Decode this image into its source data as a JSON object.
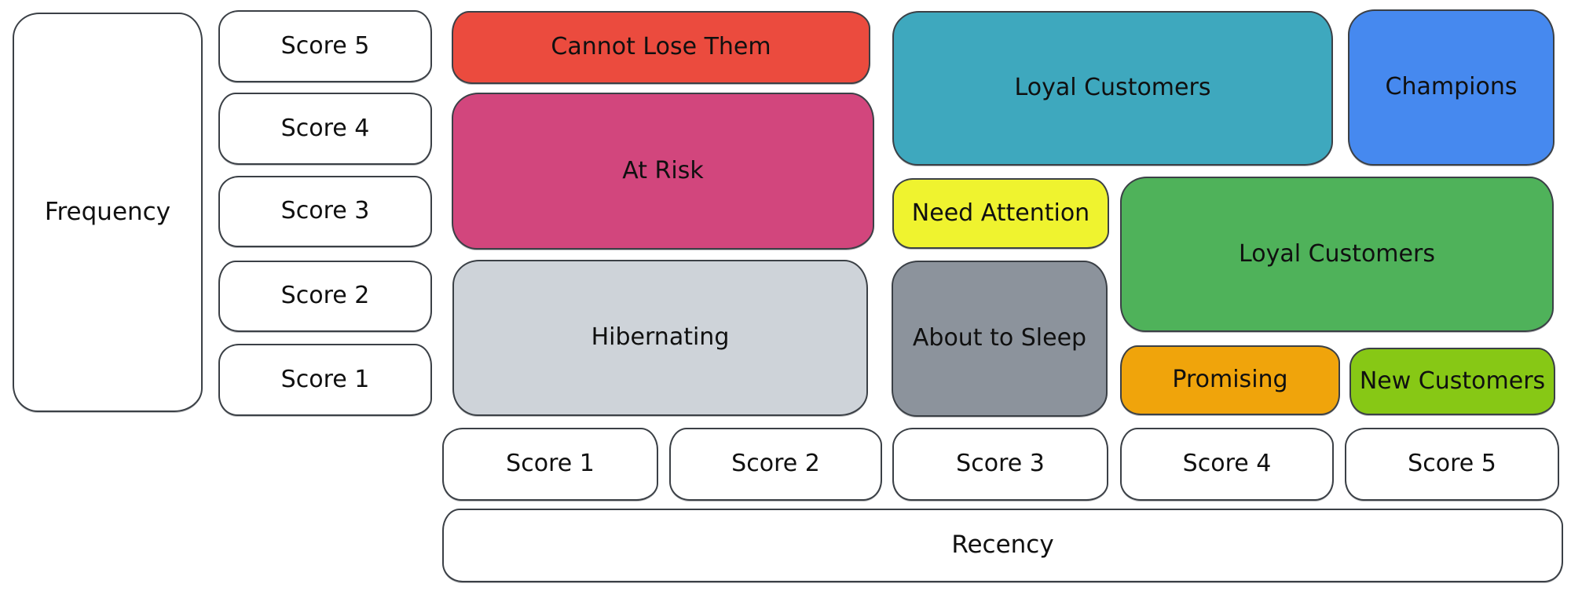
{
  "diagram": {
    "kind": "RFM segment map",
    "background": "#ffffff",
    "stroke_color": "#3b4046",
    "text_color": "#101010"
  },
  "y_axis": {
    "label": "Frequency",
    "ticks": [
      "Score 5",
      "Score 4",
      "Score 3",
      "Score 2",
      "Score 1"
    ]
  },
  "x_axis": {
    "label": "Recency",
    "ticks": [
      "Score 1",
      "Score 2",
      "Score 3",
      "Score 4",
      "Score 5"
    ]
  },
  "segments": [
    {
      "label": "Cannot Lose Them",
      "color": "#EB4B3E",
      "recency": "1-2",
      "frequency": "5"
    },
    {
      "label": "At Risk",
      "color": "#D2467D",
      "recency": "1-2",
      "frequency": "3-4"
    },
    {
      "label": "Hibernating",
      "color": "#CED3D9",
      "recency": "1-2",
      "frequency": "1-2"
    },
    {
      "label": "Loyal Customers",
      "color": "#3EA8BE",
      "recency": "3-4",
      "frequency": "4-5"
    },
    {
      "label": "Champions",
      "color": "#4689EF",
      "recency": "5",
      "frequency": "4-5"
    },
    {
      "label": "Need Attention",
      "color": "#EFF32F",
      "recency": "3",
      "frequency": "3"
    },
    {
      "label": "About to Sleep",
      "color": "#8C939C",
      "recency": "3",
      "frequency": "1-2"
    },
    {
      "label": "Loyal Customers",
      "color": "#4FB25A",
      "recency": "4-5",
      "frequency": "2-3"
    },
    {
      "label": "Promising",
      "color": "#F0A40B",
      "recency": "4",
      "frequency": "1"
    },
    {
      "label": "New Customers",
      "color": "#87C815",
      "recency": "5",
      "frequency": "1"
    }
  ]
}
